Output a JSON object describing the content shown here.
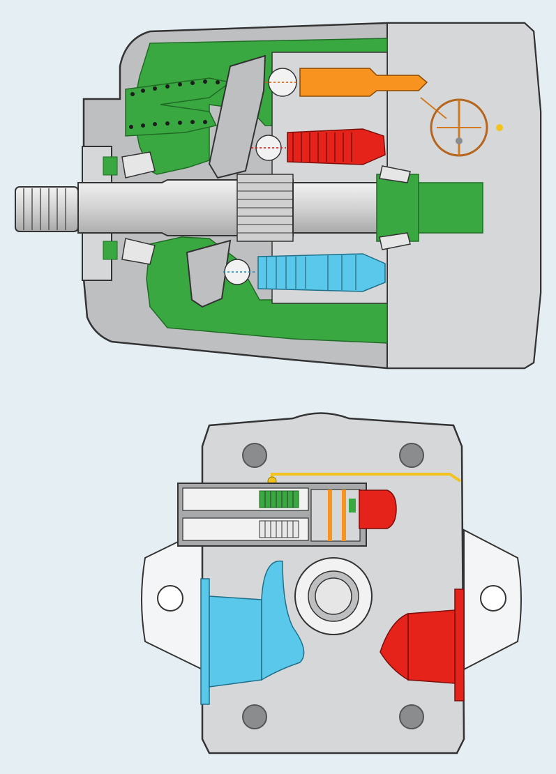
{
  "figure": {
    "views": [
      {
        "id": "side-section",
        "kind": "longitudinal cross-section"
      },
      {
        "id": "end-section",
        "kind": "rear end view"
      }
    ],
    "colors": {
      "background": "#e4eef3",
      "housing": "#bdbfc1",
      "housing_light": "#d5d7d9",
      "outline": "#333333",
      "case_fluid": "#3aa840",
      "control_piston": "#f7931e",
      "pressure_side": "#e5231b",
      "suction_side": "#5ac8ea",
      "pilot_line": "#f2c21d",
      "steel": "#e6e6e6",
      "bolt": "#8a8c8e"
    }
  }
}
